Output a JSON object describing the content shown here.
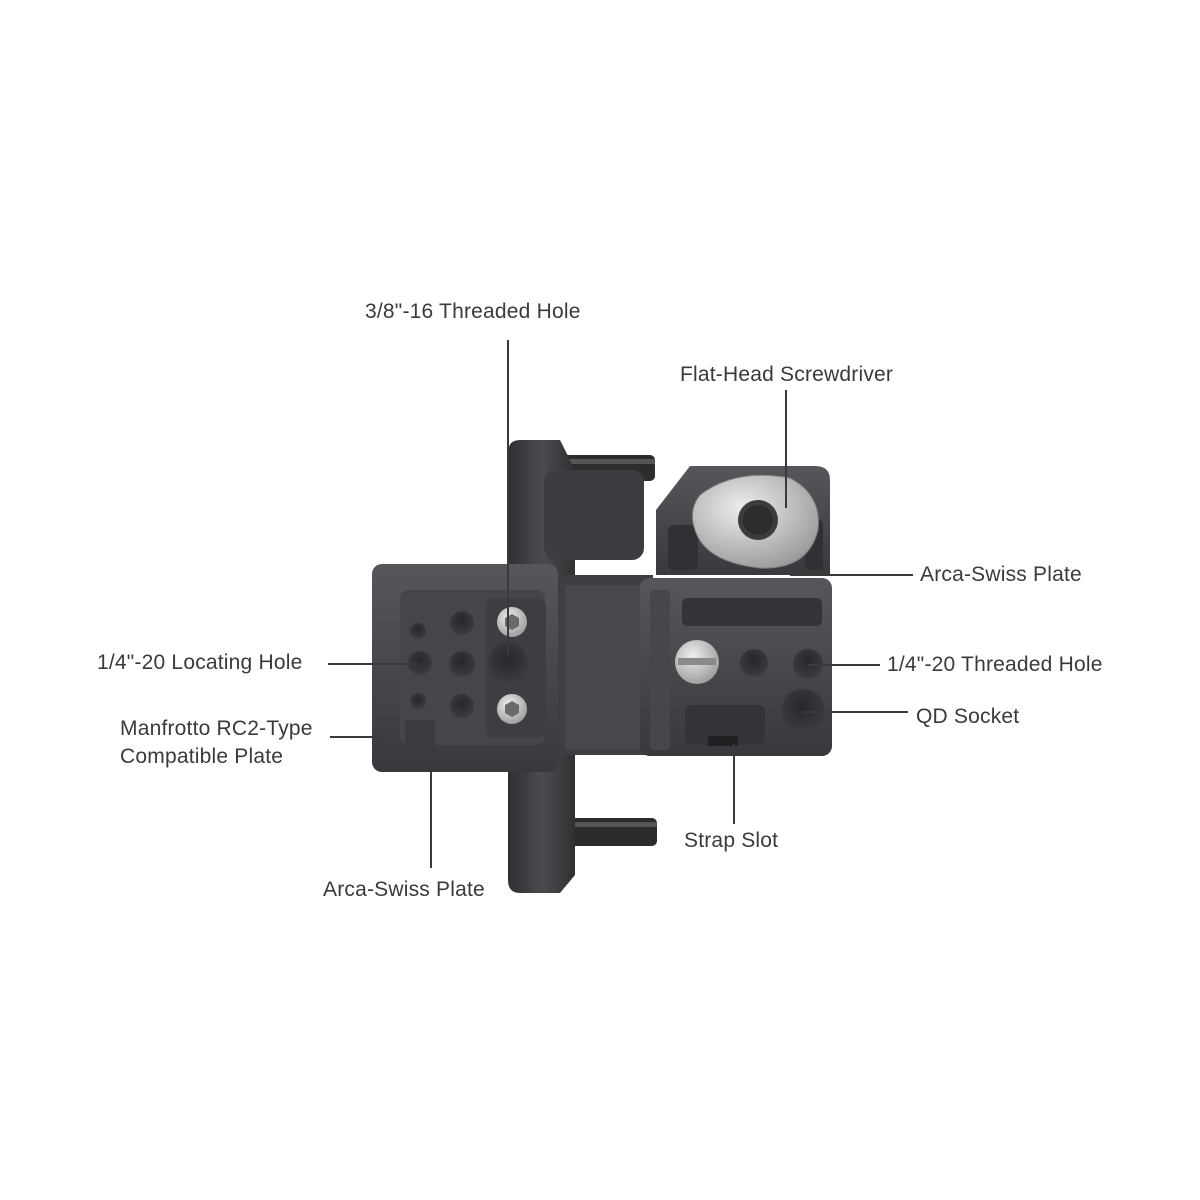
{
  "labels": {
    "threaded_hole_3_8": "3/8\"-16 Threaded Hole",
    "flat_head_screwdriver": "Flat-Head Screwdriver",
    "arca_swiss_plate_right": "Arca-Swiss Plate",
    "locating_hole_1_4": "1/4\"-20 Locating Hole",
    "threaded_hole_1_4": "1/4\"-20 Threaded Hole",
    "manfrotto_line1": "Manfrotto RC2-Type",
    "manfrotto_line2": "Compatible Plate",
    "qd_socket": "QD Socket",
    "strap_slot": "Strap Slot",
    "arca_swiss_plate_bottom": "Arca-Swiss Plate"
  },
  "colors": {
    "text": "#3a3a3a",
    "metal_dark": "#3b3c3f",
    "metal_mid": "#4a4b4e",
    "metal_light": "#5a5b5f",
    "steel": "#c8c8c8",
    "background": "#ffffff"
  }
}
